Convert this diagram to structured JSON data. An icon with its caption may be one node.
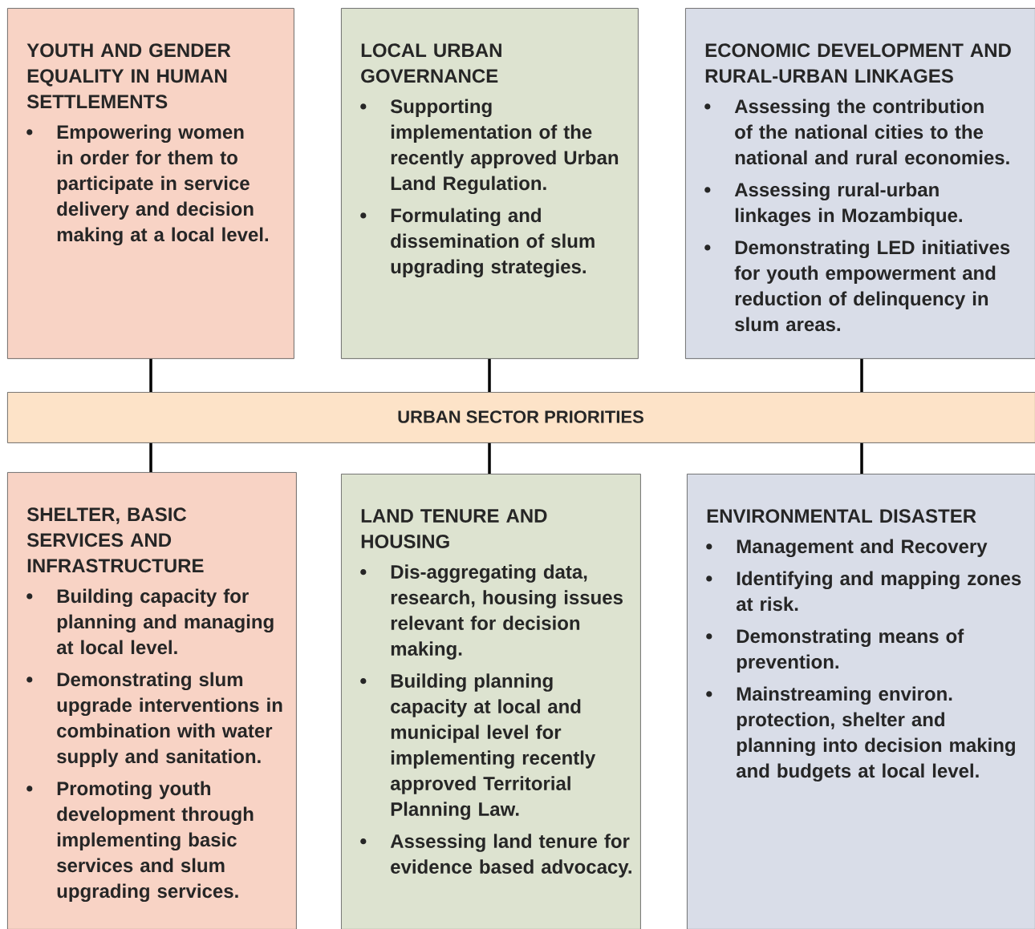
{
  "diagram": {
    "nodes": [
      {
        "text": [
          "YOUTH AND GENDER EQUALITY IN HUMAN SETTLEMENTS",
          "Empowering women in order for them to participate in service delivery and decision making at a local level."
        ]
      },
      {
        "text": [
          "LOCAL URBAN GOVERNANCE",
          "Supporting implementation of the recently approved Urban Land Regulation.",
          "Formulating and dissemination of slum upgrading strategies."
        ]
      },
      {
        "text": [
          "ECONOMIC DEVELOPMENT AND RURAL-URBAN LINKAGES",
          "Assessing the contribution of the national cities to the national and rural economies.",
          "Assessing rural-urban linkages in Mozambique.",
          "Demonstrating LED initiatives for youth empowerment and reduction of delinquency in slum areas."
        ]
      },
      {
        "text": [
          "URBAN SECTOR PRIORITIES"
        ]
      },
      {
        "text": [
          "SHELTER, BASIC SERVICES AND INFRASTRUCTURE",
          "Building capacity for planning and managing at local level.",
          "Demonstrating slum upgrade interventions in combination with water supply and sanitation.",
          "Promoting youth development through implementing basic services and slum upgrading services."
        ]
      },
      {
        "text": [
          "LAND TENURE AND HOUSING",
          "Dis-aggregating data, research, housing issues relevant for decision making.",
          "Building planning capacity at local and municipal level for implementing recently approved Territorial Planning Law.",
          "Assessing land tenure for evidence based advocacy."
        ]
      },
      {
        "text": [
          "ENVIRONMENTAL DISASTER",
          "Management and Recovery",
          "Identifying and mapping zones at risk.",
          "Demonstrating means of prevention.",
          "Mainstreaming environ. protection, shelter and planning into decision making and budgets at local level."
        ]
      }
    ],
    "edges": [
      {
        "from": 3,
        "to": 0,
        "arrow": "none"
      },
      {
        "from": 3,
        "to": 1,
        "arrow": "none"
      },
      {
        "from": 3,
        "to": 2,
        "arrow": "none"
      },
      {
        "from": 3,
        "to": 4,
        "arrow": "none"
      },
      {
        "from": 3,
        "to": 5,
        "arrow": "none"
      },
      {
        "from": 3,
        "to": 6,
        "arrow": "none"
      }
    ]
  }
}
